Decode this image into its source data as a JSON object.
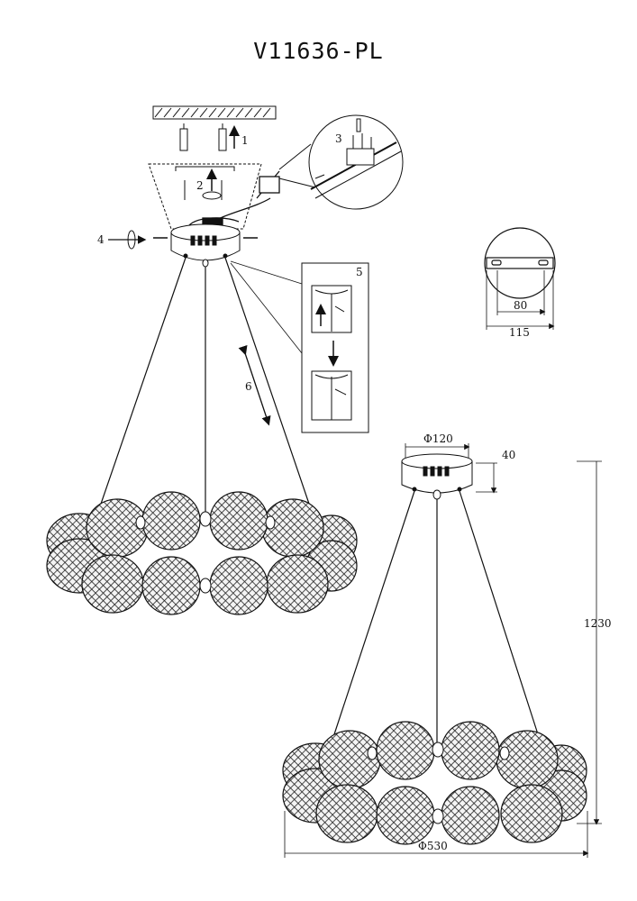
{
  "title": "V11636-PL",
  "steps": [
    "1",
    "2",
    "3",
    "4",
    "5",
    "6"
  ],
  "dimensions": {
    "plate_width": "115",
    "hole_spacing": "80",
    "canopy_diameter": "Φ120",
    "canopy_height": "40",
    "total_height": "1230",
    "ring_diameter": "Φ530"
  },
  "colors": {
    "line": "#111111",
    "fill_dark": "#2a2a2a",
    "fill_light": "#ffffff"
  }
}
